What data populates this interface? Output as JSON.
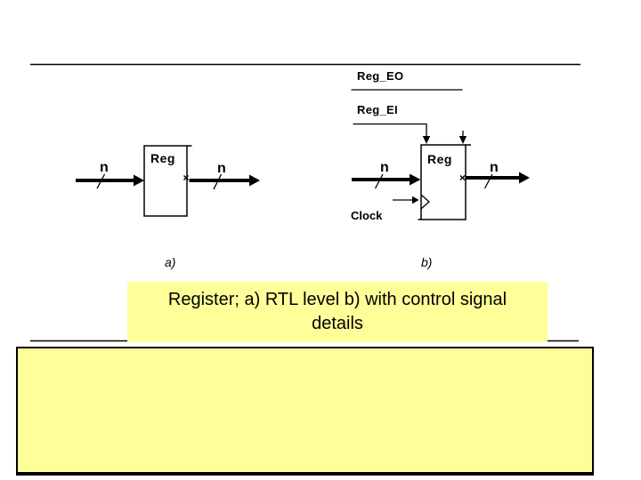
{
  "slide": {
    "background_color": "#ffffff",
    "highlight_color": "#ffff99",
    "line_color": "#000000"
  },
  "diagram": {
    "control_signals": {
      "reg_eo_label": "Reg_EO",
      "reg_ei_label": "Reg_EI",
      "clock_label": "Clock"
    },
    "register_a": {
      "title": "Reg",
      "input_bus_label": "n",
      "output_bus_label": "n"
    },
    "register_b": {
      "title": "Reg",
      "input_bus_label": "n",
      "output_bus_label": "n"
    },
    "figure_labels": {
      "a": "a)",
      "b": "b)"
    }
  },
  "caption": {
    "line1": "Register; a) RTL level b) with control signal",
    "line2": "details"
  },
  "notes_box": {
    "text": ""
  }
}
